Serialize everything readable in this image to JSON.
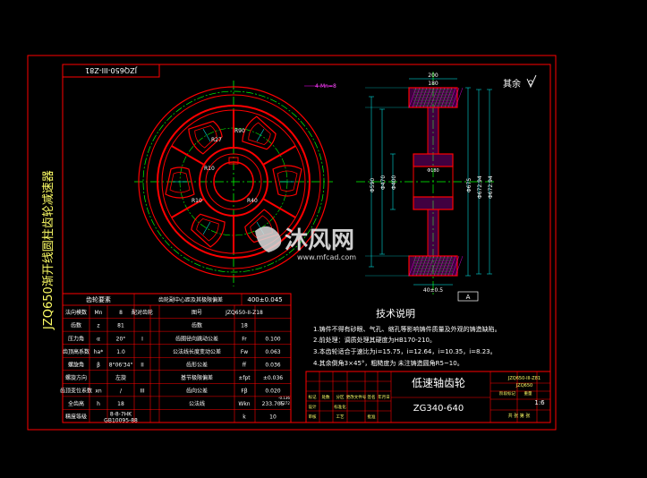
{
  "drawing": {
    "top_stamp": "JZQ650-III-Z81",
    "side_title": "JZQ650渐开线圆柱齿轮减速器",
    "surface_note": "其余",
    "section_mark": "A",
    "watermark_text": "沐风网",
    "watermark_url": "www.mfcad.com"
  },
  "gear_view": {
    "radius_labels": [
      "R27",
      "R90",
      "R10",
      "R10",
      "R40"
    ],
    "top_dim": "4-Mn=8"
  },
  "section_view": {
    "dims_left": [
      "Φ590",
      "Φ470",
      "Φ400"
    ],
    "dims_right": [
      "Φ675",
      "Φ672.94",
      "Φ672.94"
    ],
    "top_dims": [
      "200",
      "180"
    ],
    "bottom_dim": "40±0.5",
    "bore_dim": "Φ180",
    "corner_label": "A"
  },
  "tech_notes": {
    "title": "技术说明",
    "items": [
      "1.铸件不得有砂眼、气孔、缩孔等影响铸件质量及外观的铸造缺陷。",
      "2.前处理：调质处理其硬度为HB170-210。",
      "3.本齿轮适合于速比为i=15.75，i=12.64，i=10.35，i=8.23。",
      "4.其余倒角3×45°，粗糙度为    未注铸造圆角R5~10。"
    ]
  },
  "param_table": {
    "header": [
      "齿轮要素",
      "",
      "",
      "齿轮副中心距及其极限偏差",
      "400±0.045"
    ],
    "rows": [
      {
        "label": "法向模数",
        "sym": "Mn",
        "val": "8",
        "r1": "配对齿轮",
        "r2": "图号",
        "r3": "JZQ650-II-Z18"
      },
      {
        "label": "齿数",
        "sym": "z",
        "val": "81",
        "r1": "",
        "r2": "齿数",
        "r3": "18"
      },
      {
        "label": "压力角",
        "sym": "α",
        "val": "20°",
        "r1": "I",
        "r2": "齿圈径向跳动公差",
        "r3": "Fr",
        "r4": "0.100"
      },
      {
        "label": "齿顶高系数",
        "sym": "ha*",
        "val": "1.0",
        "r1": "",
        "r2": "公法线长度变动公差",
        "r3": "Fw",
        "r4": "0.063"
      },
      {
        "label": "螺旋角",
        "sym": "β",
        "val": "8°06'34\"",
        "r1": "II",
        "r2": "齿形公差",
        "r3": "ff",
        "r4": "0.036"
      },
      {
        "label": "螺旋方向",
        "sym": "",
        "val": "左旋",
        "r1": "",
        "r2": "基节极限偏差",
        "r3": "±fpt",
        "r4": "±0.036"
      },
      {
        "label": "齿顶变位系数",
        "sym": "xn",
        "val": "/",
        "r1": "III",
        "r2": "齿向公差",
        "r3": "Fβ",
        "r4": "0.020"
      },
      {
        "label": "全齿高",
        "sym": "h",
        "val": "18",
        "r1": "",
        "r2": "公法线",
        "r3": "Wkn",
        "r4": "233.705"
      },
      {
        "label": "精度等级",
        "sym": "",
        "val": "8-8-7HK",
        "val2": "GB10095-88",
        "r1": "",
        "r2": "",
        "r3": "k",
        "r4": "10"
      }
    ],
    "wkn_tol": [
      "-0.136",
      "-0.272"
    ]
  },
  "title_block": {
    "part_name": "低速轴齿轮",
    "drawing_no": "ZG340-640",
    "scale": "1:6",
    "right_no1": "JZQ650-III-Z81",
    "right_no2": "JZQ650",
    "stage": "阶段标记",
    "weight": "重量",
    "labels": [
      "标记",
      "处数",
      "分区",
      "更改文件号",
      "签名",
      "年月日",
      "设计",
      "标准化",
      "审核",
      "工艺",
      "批准"
    ],
    "sheet": "共 张  第 张"
  },
  "colors": {
    "background": "#000000",
    "frame": "#ff0000",
    "text_white": "#ffffff",
    "centerline": "#00ff00",
    "dimension": "#00ffff",
    "hatch": "#ff00ff",
    "text_yellow": "#ffff66"
  }
}
